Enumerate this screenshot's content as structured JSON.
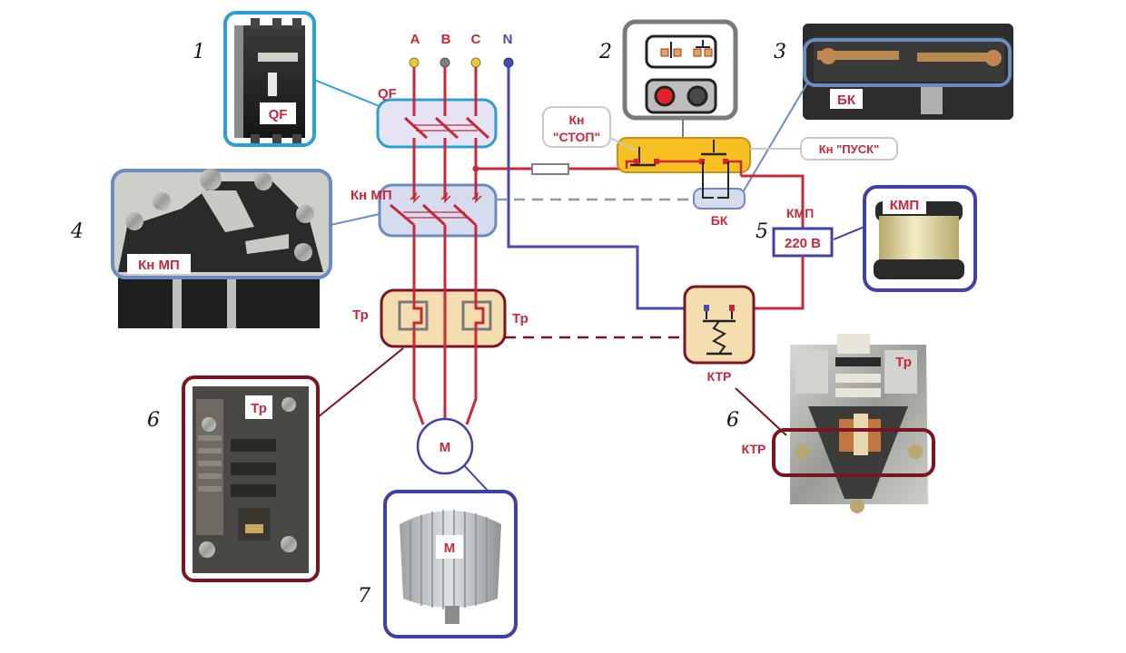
{
  "diagram": {
    "phases": {
      "a": "A",
      "b": "B",
      "c": "C",
      "n": "N"
    },
    "numbers": {
      "n1": "1",
      "n2": "2",
      "n3": "3",
      "n4": "4",
      "n5": "5",
      "n6a": "6",
      "n6b": "6",
      "n7": "7"
    },
    "labels": {
      "qf": "QF",
      "kn_mp": "Кн МП",
      "tr_left": "Тр",
      "tr_right": "Тр",
      "motor": "М",
      "stop_line1": "Кн",
      "stop_line2": "\"СТОП\"",
      "start": "Кн \"ПУСК\"",
      "bk": "БК",
      "kmp": "КМП",
      "coil_voltage": "220 В",
      "ktr": "КТР"
    },
    "photos": {
      "breaker": {
        "tag": "QF"
      },
      "contactor_aux": {
        "tag": "БК"
      },
      "contactor_main": {
        "tag": "Кн МП"
      },
      "coil": {
        "tag": "КМП"
      },
      "thermal_relay_left": {
        "tag": "Тр"
      },
      "thermal_relay_right": {
        "tag": "Тр",
        "tag2": "КТР"
      },
      "motor": {
        "tag": "М"
      }
    },
    "colors": {
      "phase_wire": "#c8283a",
      "neutral_wire": "#4a4ab0",
      "qf_frame": "#2ba0d0",
      "contactor_frame": "#6b8cc0",
      "thermal_frame": "#7a1420",
      "motor_frame": "#4040a8",
      "button_box": "#f5c020"
    }
  }
}
